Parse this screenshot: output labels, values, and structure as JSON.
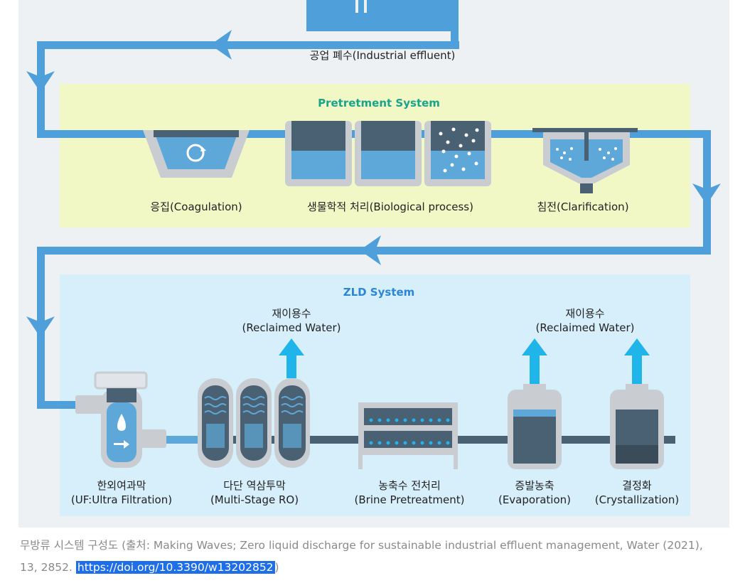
{
  "labels": {
    "industrial_effluent": "공업 폐수(Industrial effluent)",
    "pretreatment_title": "Pretretment System",
    "coagulation": "응집(Coagulation)",
    "biological": "생물학적 처리(Biological process)",
    "clarification": "침전(Clarification)",
    "zld_title": "ZLD System",
    "reclaimed_1_ko": "재이용수",
    "reclaimed_1_en": "(Reclaimed Water)",
    "reclaimed_2_ko": "재이용수",
    "reclaimed_2_en": "(Reclaimed Water)",
    "uf_ko": "한외여과막",
    "uf_en": "(UF:Ultra Filtration)",
    "ro_ko": "다단 역삼투막",
    "ro_en": "(Multi-Stage RO)",
    "brine_ko": "농축수 전처리",
    "brine_en": "(Brine Pretreatment)",
    "evap_ko": "증발농축",
    "evap_en": "(Evaporation)",
    "crys_ko": "결정화",
    "crys_en": "(Crystallization)"
  },
  "caption": {
    "text": "무방류 시스템 구성도 (출처: Making Waves; Zero liquid discharge for sustainable industrial effluent management, Water (2021), 13, 2852. ",
    "link": "https://doi.org/10.3390/w13202852",
    "after": ")"
  },
  "colors": {
    "pipe": "#4f9fdb",
    "arrow_up": "#1fb4ea",
    "pretreatment_bg": "#f1f8c6",
    "zld_bg": "#d6effb",
    "tank_grey": "#c9cdd2",
    "water_blue": "#5ea8d9",
    "dark_slate": "#4a6173",
    "link_bg": "#1d6ee8"
  },
  "icons": [
    "factory-icon",
    "coagulation-tank-icon",
    "bio-tank-icon",
    "clarifier-icon",
    "uf-filter-icon",
    "ro-module-icon",
    "brine-rack-icon",
    "evaporator-icon",
    "crystallizer-icon",
    "reclaimed-up-arrow-icon"
  ]
}
